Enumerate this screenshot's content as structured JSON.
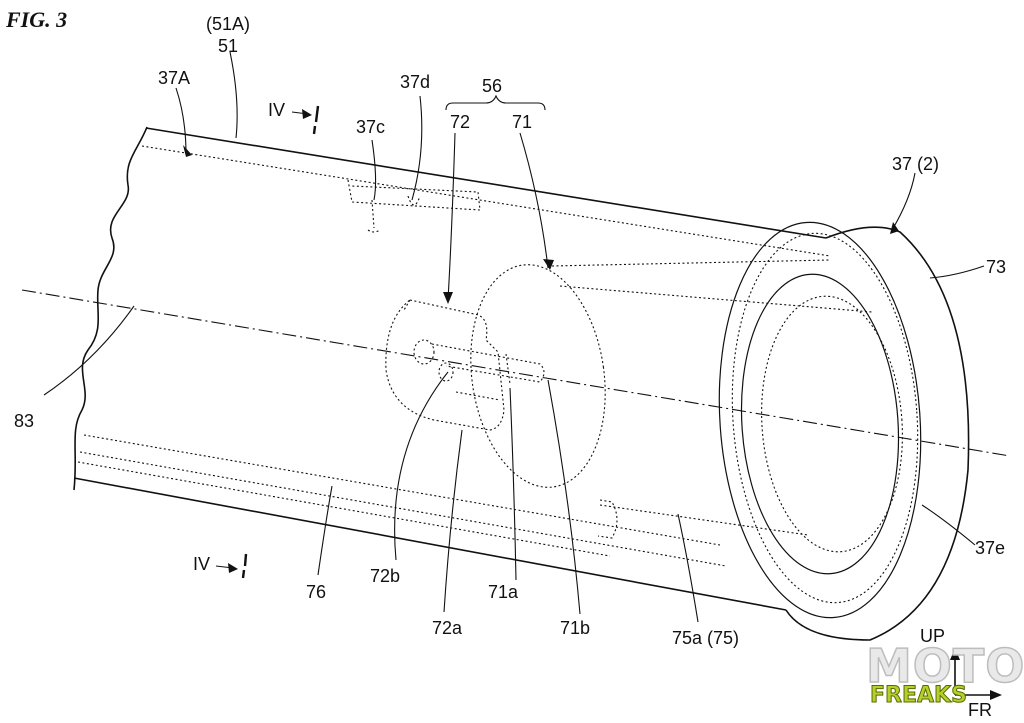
{
  "figure": {
    "title": "FIG. 3"
  },
  "labels": {
    "ref_51A": "(51A)",
    "ref_51": "51",
    "ref_37A": "37A",
    "section_top": "IV",
    "ref_37d": "37d",
    "ref_37c": "37c",
    "ref_56": "56",
    "ref_72": "72",
    "ref_71": "71",
    "ref_37_2": "37 (2)",
    "ref_73": "73",
    "ref_83": "83",
    "ref_37e": "37e",
    "section_bottom": "IV",
    "ref_76": "76",
    "ref_72b": "72b",
    "ref_71a": "71a",
    "ref_72a": "72a",
    "ref_71b": "71b",
    "ref_75a_75": "75a (75)"
  },
  "orientation": {
    "up": "UP",
    "front": "FR"
  },
  "watermark": {
    "line1": "MOTOR",
    "line2": "FREAKS"
  }
}
